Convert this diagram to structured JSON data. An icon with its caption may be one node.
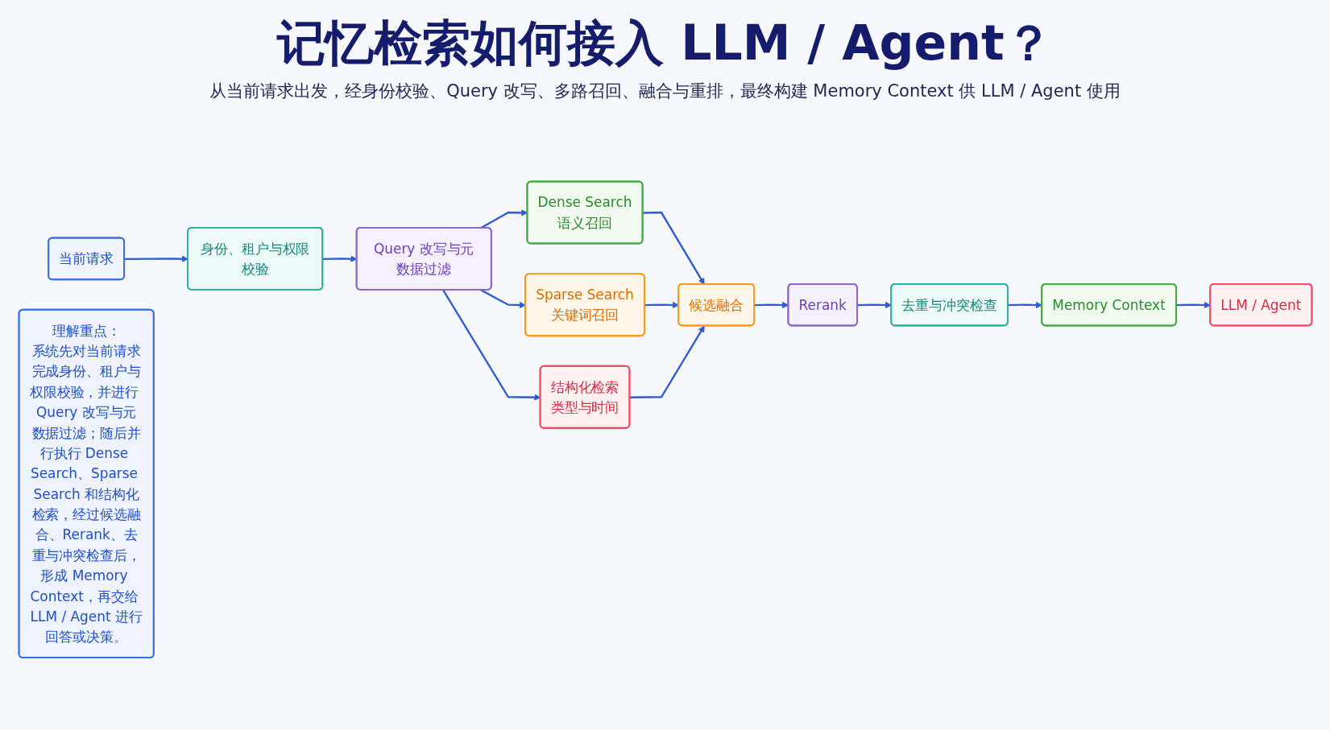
{
  "diagram": {
    "title": "记忆检索如何接入 LLM / Agent？",
    "nodes": [
      {
        "text": [
          "当前请求"
        ]
      },
      {
        "text": [
          "身份、租户与权限校验"
        ]
      },
      {
        "text": [
          "Query 改写与元数据过滤"
        ]
      },
      {
        "text": [
          "Dense Search",
          "语义召回"
        ]
      },
      {
        "text": [
          "Sparse Search",
          "关键词召回"
        ]
      },
      {
        "text": [
          "结构化检索",
          "类型与时间"
        ]
      },
      {
        "text": [
          "候选融合"
        ]
      },
      {
        "text": [
          "Rerank"
        ]
      },
      {
        "text": [
          "去重与冲突检查"
        ]
      },
      {
        "text": [
          "Memory Context"
        ]
      },
      {
        "text": [
          "LLM / Agent"
        ]
      },
      {
        "text": [
          "理解重点：",
          "系统先对当前请求完成身份、租户与权限校验，并进行 Query 改写与元数据过滤；随后并行执行 Dense Search、Sparse Search 和结构化检索，经过候选融合、Rerank、去重与冲突检查后，形成 Memory Context，再交给 LLM / Agent 进行回答或决策。"
        ]
      }
    ],
    "edges": [
      {
        "from": 0,
        "to": 1,
        "arrow": "to"
      },
      {
        "from": 1,
        "to": 2,
        "arrow": "to"
      },
      {
        "from": 2,
        "to": 3,
        "arrow": "to"
      },
      {
        "from": 2,
        "to": 4,
        "arrow": "to"
      },
      {
        "from": 2,
        "to": 5,
        "arrow": "to"
      },
      {
        "from": 3,
        "to": 6,
        "arrow": "to"
      },
      {
        "from": 4,
        "to": 6,
        "arrow": "to"
      },
      {
        "from": 5,
        "to": 6,
        "arrow": "to"
      },
      {
        "from": 6,
        "to": 7,
        "arrow": "to"
      },
      {
        "from": 7,
        "to": 8,
        "arrow": "to"
      },
      {
        "from": 8,
        "to": 9,
        "arrow": "to"
      },
      {
        "from": 9,
        "to": 10,
        "arrow": "to"
      }
    ],
    "labels": [
      "从当前请求出发，经身份校验、Query 改写、多路召回、融合与重排，最终构建 Memory Context 供 LLM / Agent 使用"
    ]
  }
}
